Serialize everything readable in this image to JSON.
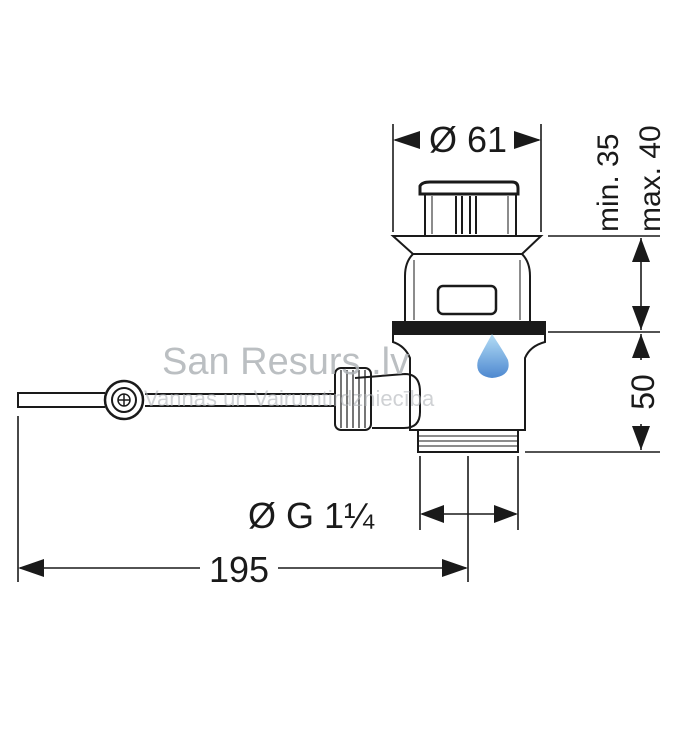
{
  "dimensions": {
    "diameter_top": "Ø 61",
    "min_label": "min. 35",
    "max_label": "max. 40",
    "height_label": "50",
    "thread_label": "Ø G 1¼",
    "length_label": "195"
  },
  "watermark": {
    "brand": "San Resurs .lv",
    "tagline": "Vannas un Vairumtirdzniecība"
  },
  "colors": {
    "line": "#1a1a1a",
    "watermark_text": "#b0b4b8",
    "drop_top": "#9fd0f0",
    "drop_bottom": "#3a7fd0"
  }
}
